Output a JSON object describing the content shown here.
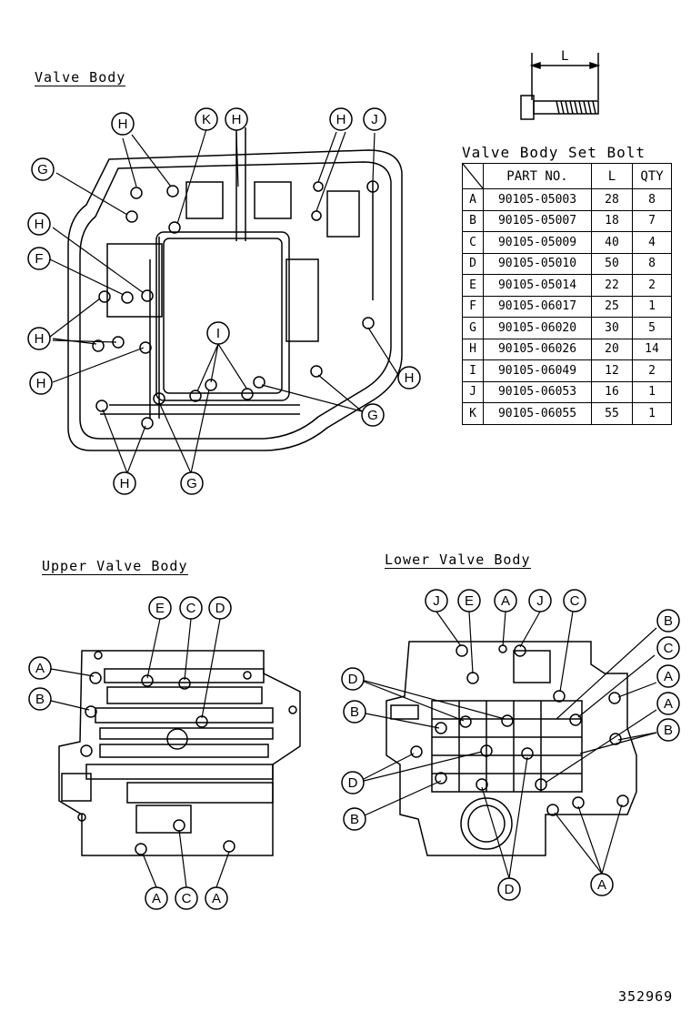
{
  "titles": {
    "valve_body": "Valve Body",
    "upper_valve_body": "Upper Valve Body",
    "lower_valve_body": "Lower Valve Body",
    "table_title": "Valve Body Set Bolt"
  },
  "bolt_dimension_label": "L",
  "table": {
    "headers": {
      "part_no": "PART NO.",
      "l": "L",
      "qty": "QTY"
    },
    "rows": [
      {
        "key": "A",
        "part_no": "90105-05003",
        "l": "28",
        "qty": "8"
      },
      {
        "key": "B",
        "part_no": "90105-05007",
        "l": "18",
        "qty": "7"
      },
      {
        "key": "C",
        "part_no": "90105-05009",
        "l": "40",
        "qty": "4"
      },
      {
        "key": "D",
        "part_no": "90105-05010",
        "l": "50",
        "qty": "8"
      },
      {
        "key": "E",
        "part_no": "90105-05014",
        "l": "22",
        "qty": "2"
      },
      {
        "key": "F",
        "part_no": "90105-06017",
        "l": "25",
        "qty": "1"
      },
      {
        "key": "G",
        "part_no": "90105-06020",
        "l": "30",
        "qty": "5"
      },
      {
        "key": "H",
        "part_no": "90105-06026",
        "l": "20",
        "qty": "14"
      },
      {
        "key": "I",
        "part_no": "90105-06049",
        "l": "12",
        "qty": "2"
      },
      {
        "key": "J",
        "part_no": "90105-06053",
        "l": "16",
        "qty": "1"
      },
      {
        "key": "K",
        "part_no": "90105-06055",
        "l": "55",
        "qty": "1"
      }
    ]
  },
  "callouts": {
    "valve_body": [
      "H",
      "K",
      "H",
      "H",
      "J",
      "G",
      "H",
      "F",
      "H",
      "H",
      "I",
      "H",
      "G",
      "H",
      "G"
    ],
    "upper": [
      "E",
      "C",
      "D",
      "A",
      "B",
      "A",
      "C",
      "A"
    ],
    "lower": [
      "J",
      "E",
      "A",
      "J",
      "C",
      "B",
      "C",
      "D",
      "A",
      "B",
      "A",
      "B",
      "D",
      "B",
      "D",
      "A"
    ]
  },
  "doc_id": "352969"
}
